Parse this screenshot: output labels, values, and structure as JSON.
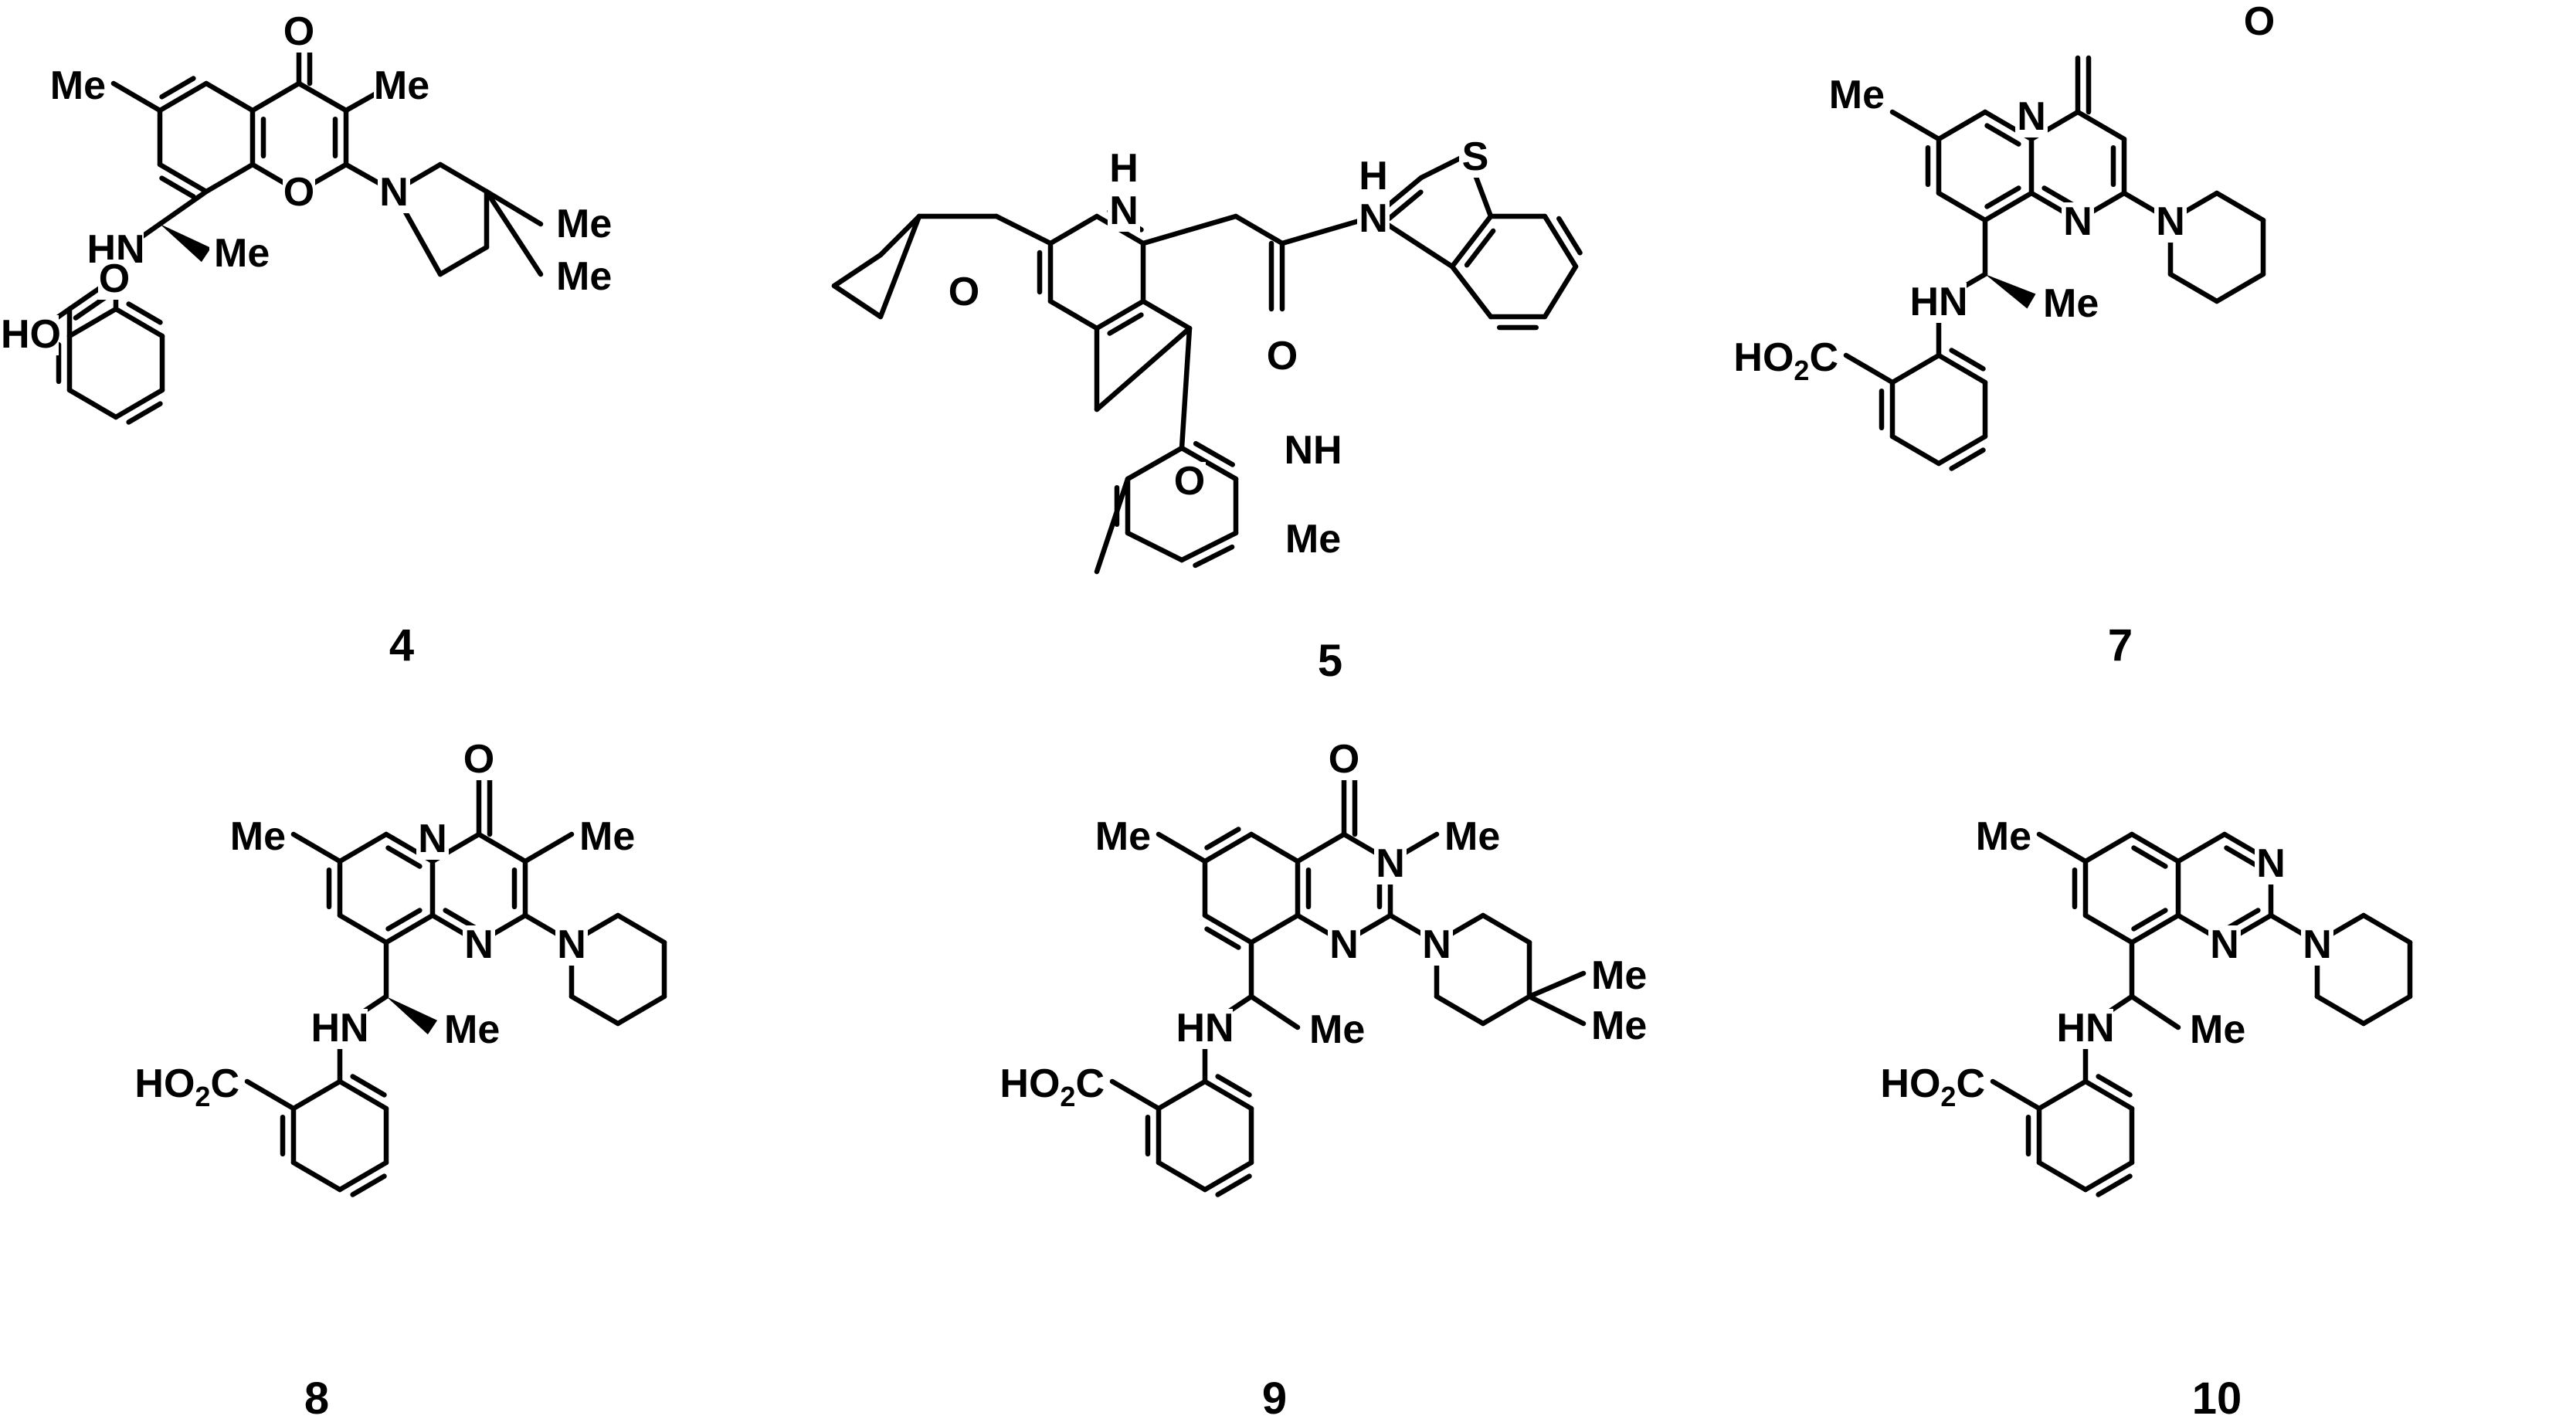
{
  "figure": {
    "compounds": [
      {
        "id": "4",
        "atom_labels": [
          "O",
          "Me",
          "Me",
          "O",
          "N",
          "Me",
          "Me",
          "HN",
          "Me",
          "O",
          "HO"
        ]
      },
      {
        "id": "5",
        "atom_labels": [
          "H",
          "N",
          "O",
          "H",
          "N",
          "S",
          "O",
          "O",
          "NH",
          "Me"
        ]
      },
      {
        "id": "7",
        "atom_labels": [
          "O",
          "Me",
          "N",
          "N",
          "N",
          "HN",
          "Me",
          "HO2C"
        ]
      },
      {
        "id": "8",
        "atom_labels": [
          "O",
          "Me",
          "Me",
          "N",
          "N",
          "N",
          "HN",
          "Me",
          "HO2C"
        ]
      },
      {
        "id": "9",
        "atom_labels": [
          "O",
          "Me",
          "N",
          "Me",
          "N",
          "N",
          "Me",
          "Me",
          "HN",
          "Me",
          "HO2C"
        ]
      },
      {
        "id": "10",
        "atom_labels": [
          "Me",
          "N",
          "N",
          "N",
          "HN",
          "Me",
          "HO2C"
        ]
      }
    ]
  }
}
